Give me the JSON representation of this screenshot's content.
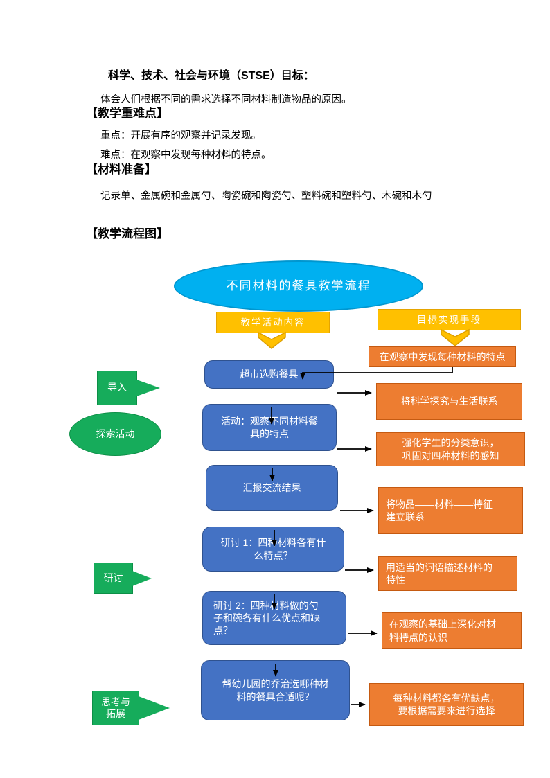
{
  "document": {
    "stse_title": "科学、技术、社会与环境（STSE）目标：",
    "stse_body": "体会人们根据不同的需求选择不同材料制造物品的原因。",
    "heading_key_points": "【教学重难点】",
    "key_point": "重点：开展有序的观察并记录发现。",
    "difficult_point": "难点：在观察中发现每种材料的特点。",
    "heading_materials": "【材料准备】",
    "materials_body": "记录单、金属碗和金属勺、陶瓷碗和陶瓷勺、塑料碗和塑料勺、木碗和木勺",
    "heading_flowchart": "【教学流程图】"
  },
  "flowchart": {
    "title": "不同材料的餐具教学流程",
    "left_header": "教学活动内容",
    "right_header": "目标实现手段",
    "stages": [
      {
        "label": "导入"
      },
      {
        "label": "探索活动"
      },
      {
        "label": "研讨"
      },
      {
        "label": "思考与\n拓展"
      }
    ],
    "activities": [
      {
        "label": "超市选购餐具"
      },
      {
        "label": "活动：观察不同材料餐\n具的特点"
      },
      {
        "label": "汇报交流结果"
      },
      {
        "label": "研讨 1：四种材料各有什\n么特点？"
      },
      {
        "label": "研讨 2：四种材料做的勺\n子和碗各有什么优点和缺\n点？"
      },
      {
        "label": "帮幼儿园的乔治选哪种材\n料的餐具合适呢？"
      }
    ],
    "goals": [
      {
        "label": "在观察中发现每种材料的特点"
      },
      {
        "label": "将科学探究与生活联系"
      },
      {
        "label": "强化学生的分类意识，\n巩固对四种材料的感知"
      },
      {
        "label": "将物品——材料——特征\n建立联系"
      },
      {
        "label": "用适当的词语描述材料的\n特性"
      },
      {
        "label": "在观察的基础上深化对材\n料特点的认识"
      },
      {
        "label": "每种材料都各有优缺点，\n要根据需要来进行选择"
      }
    ],
    "colors": {
      "flow_title_fill": "#00B0F0",
      "header_fill": "#FFC000",
      "activity_fill": "#4472C4",
      "goal_fill": "#ED7D31",
      "stage_fill": "#16AC5B",
      "connector": "#000000",
      "text_on_shapes": "#FFFFFF",
      "document_text": "#000000"
    }
  }
}
